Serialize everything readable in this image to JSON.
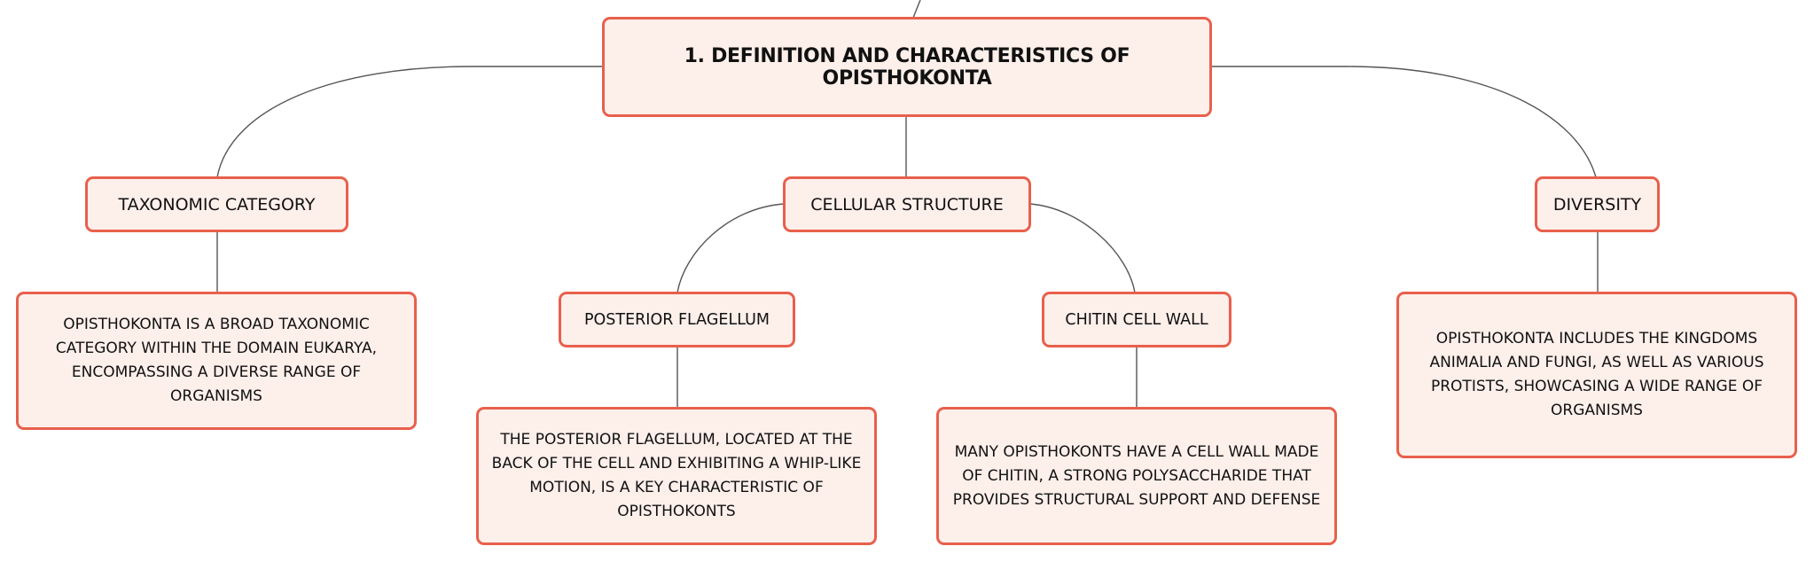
{
  "theme": {
    "node_fill": "#fdefea",
    "node_stroke": "#e8604c",
    "edge_color": "#555555"
  },
  "root": {
    "label": "1. DEFINITION AND CHARACTERISTICS OF OPISTHOKONTA"
  },
  "branches": {
    "taxonomic": {
      "label": "TAXONOMIC CATEGORY",
      "note": "OPISTHOKONTA IS A BROAD TAXONOMIC CATEGORY WITHIN THE DOMAIN EUKARYA, ENCOMPASSING A DIVERSE RANGE OF ORGANISMS"
    },
    "cellular": {
      "label": "CELLULAR STRUCTURE",
      "flagellum": {
        "label": "POSTERIOR FLAGELLUM",
        "note": "THE POSTERIOR FLAGELLUM, LOCATED AT THE BACK OF THE CELL AND EXHIBITING A WHIP-LIKE MOTION, IS A KEY CHARACTERISTIC OF OPISTHOKONTS"
      },
      "chitin": {
        "label": "CHITIN CELL WALL",
        "note": "MANY OPISTHOKONTS HAVE A CELL WALL MADE OF CHITIN, A STRONG POLYSACCHARIDE THAT PROVIDES STRUCTURAL SUPPORT AND DEFENSE"
      }
    },
    "diversity": {
      "label": "DIVERSITY",
      "note": "OPISTHOKONTA INCLUDES THE KINGDOMS ANIMALIA AND FUNGI, AS WELL AS VARIOUS PROTISTS, SHOWCASING A WIDE RANGE OF ORGANISMS"
    }
  }
}
